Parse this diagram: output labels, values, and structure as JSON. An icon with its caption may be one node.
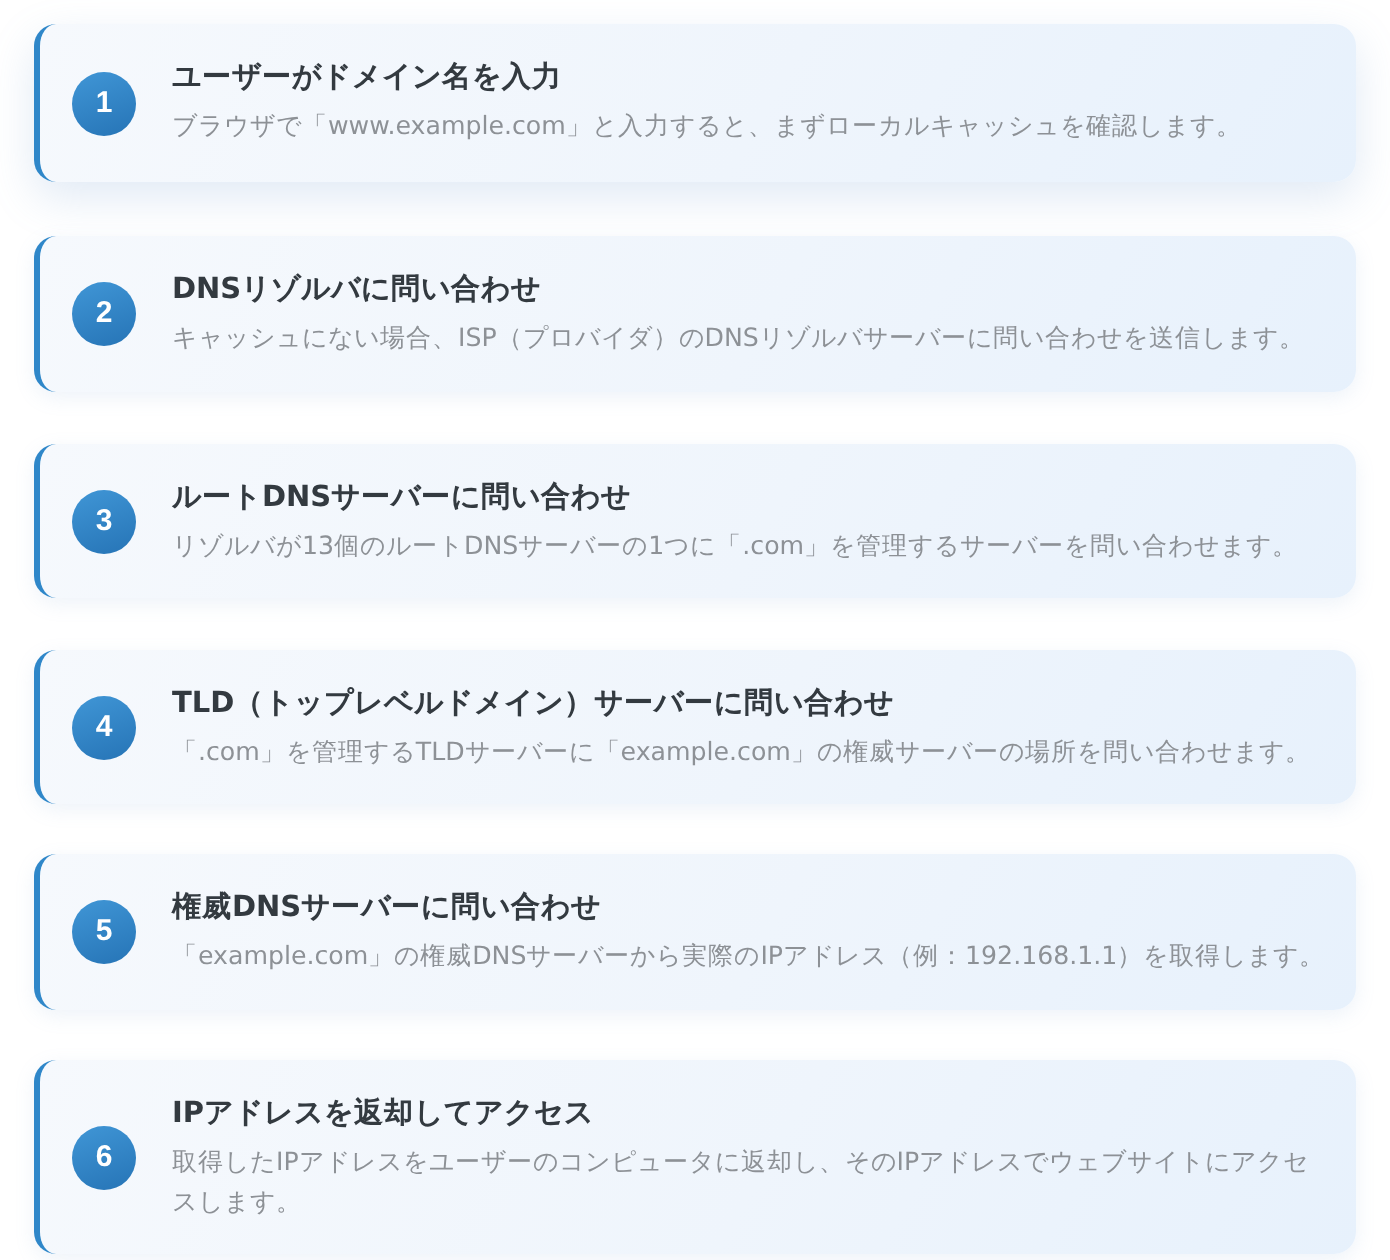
{
  "diagram": {
    "nodes": [
      {
        "text": [
          "ユーザーがドメイン名を入力",
          "ブラウザで「www.example.com」と入力すると、まずローカルキャッシュを確認します。"
        ]
      },
      {
        "text": [
          "1"
        ],
        "in": 0
      },
      {
        "text": [
          "DNSリゾルバに問い合わせ",
          "キャッシュにない場合、ISP（プロバイダ）のDNSリゾルバサーバーに問い合わせを送信します。"
        ]
      },
      {
        "text": [
          "2"
        ],
        "in": 2
      },
      {
        "text": [
          "ルートDNSサーバーに問い合わせ",
          "リゾルバが13個のルートDNSサーバーの1つに「.com」を管理するサーバーを問い合わせます。"
        ]
      },
      {
        "text": [
          "3"
        ],
        "in": 4
      },
      {
        "text": [
          "TLD（トップレベルドメイン）サーバーに問い合わせ",
          "「.com」を管理するTLDサーバーに「example.com」の権威サーバーの場所を問い合わせます。"
        ]
      },
      {
        "text": [
          "4"
        ],
        "in": 6
      },
      {
        "text": [
          "権威DNSサーバーに問い合わせ",
          "「example.com」の権威DNSサーバーから実際のIPアドレス（例：192.168.1.1）を取得します。"
        ]
      },
      {
        "text": [
          "5"
        ],
        "in": 8
      },
      {
        "text": [
          "IPアドレスを返却してアクセス",
          "取得したIPアドレスをユーザーのコンピュータに返却し、そのIPアドレスでウェブサイトにアクセスします。"
        ]
      },
      {
        "text": [
          "6"
        ],
        "in": 10
      }
    ]
  }
}
